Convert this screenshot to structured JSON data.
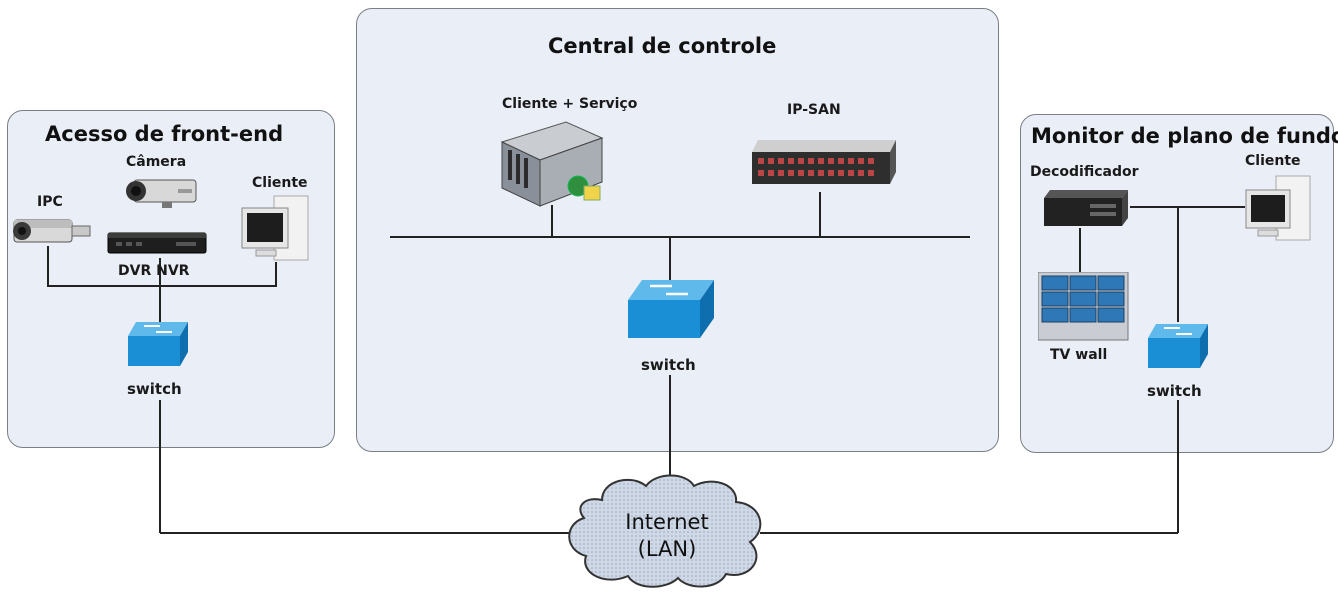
{
  "panels": {
    "front": {
      "title": "Acesso de front-end"
    },
    "central": {
      "title": "Central de controle"
    },
    "monitor": {
      "title": "Monitor de plano de fundo"
    }
  },
  "front": {
    "ipc": "IPC",
    "camera": "Câmera",
    "cliente": "Cliente",
    "dvr": "DVR NVR",
    "switch": "switch"
  },
  "central": {
    "server": "Cliente + Serviço",
    "ipsan": "IP-SAN",
    "switch": "switch"
  },
  "monitor": {
    "decoder": "Decodificador",
    "cliente": "Cliente",
    "tvwall": "TV wall",
    "switch": "switch"
  },
  "cloud": {
    "line1": "Internet",
    "line2": "(LAN)"
  }
}
